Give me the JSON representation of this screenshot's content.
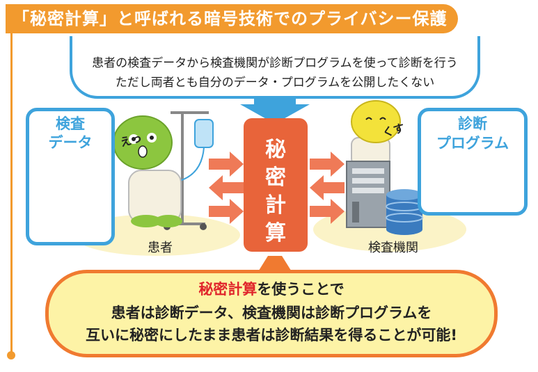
{
  "header": {
    "title": "「秘密計算」と呼ばれる暗号技術でのプライバシー保護"
  },
  "scenario": {
    "line1": "患者の検査データから検査機関が診断プログラムを使って診断を行う",
    "line2": "ただし両者とも自分のデータ・プログラムを公開したくない"
  },
  "left_panel": {
    "title_line1": "検査",
    "title_line2": "データ"
  },
  "right_panel": {
    "title_line1": "診断",
    "title_line2": "プログラム"
  },
  "center_box": {
    "chars": [
      "秘",
      "密",
      "計",
      "算"
    ]
  },
  "patient": {
    "label": "患者",
    "speech": "えっ"
  },
  "lab": {
    "label": "検査機関",
    "speech": "くす"
  },
  "result": {
    "line1_highlight": "秘密計算",
    "line1_rest": "を使うことで",
    "line2": "患者は診断データ、検査機関は診断プログラムを",
    "line3": "互いに秘密にしたまま患者は診断結果を得ることが可能!"
  },
  "colors": {
    "header_orange": "#f29a2e",
    "frame_blue": "#3ea3dc",
    "secret_orange": "#e8643a",
    "result_fill": "#fdf3a6",
    "result_border": "#f07a30",
    "highlight_red": "#e0252b"
  }
}
